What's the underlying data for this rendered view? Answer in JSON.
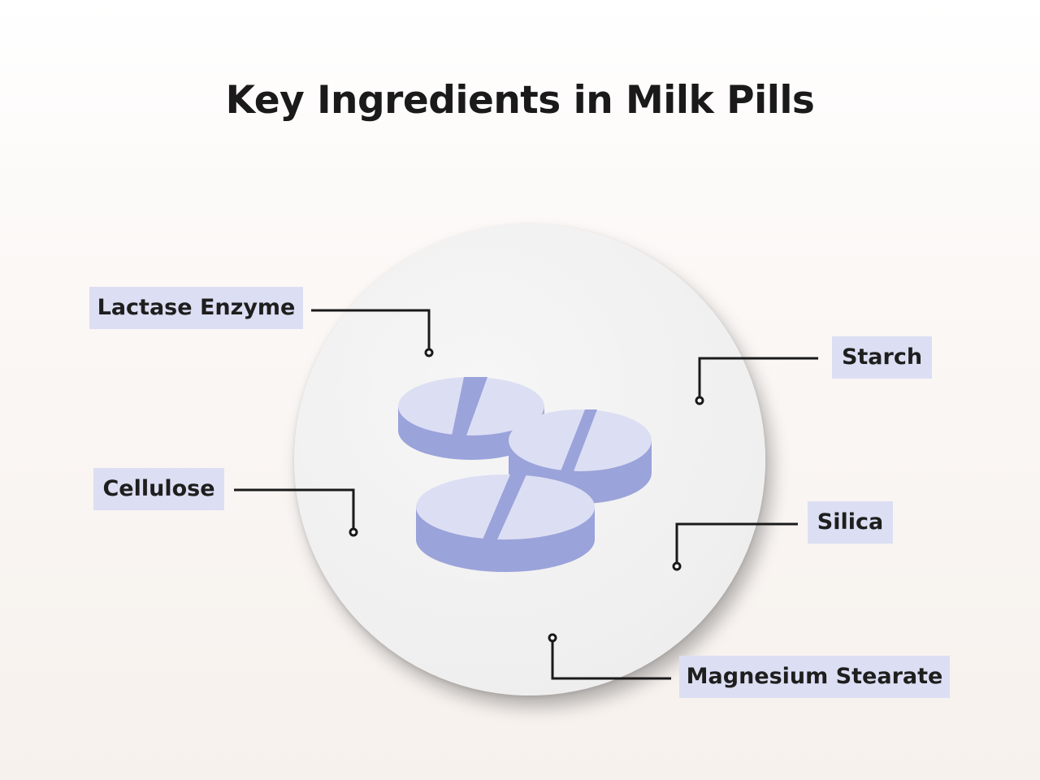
{
  "title": "Key Ingredients in Milk Pills",
  "ingredients": {
    "lactase": "Lactase Enzyme",
    "starch": "Starch",
    "cellulose": "Cellulose",
    "silica": "Silica",
    "magnesium": "Magnesium Stearate"
  },
  "colors": {
    "label_bg": "#dcdff3",
    "pill_top": "#dcdff3",
    "pill_side": "#9aa3da",
    "connector": "#1a1a1a"
  }
}
